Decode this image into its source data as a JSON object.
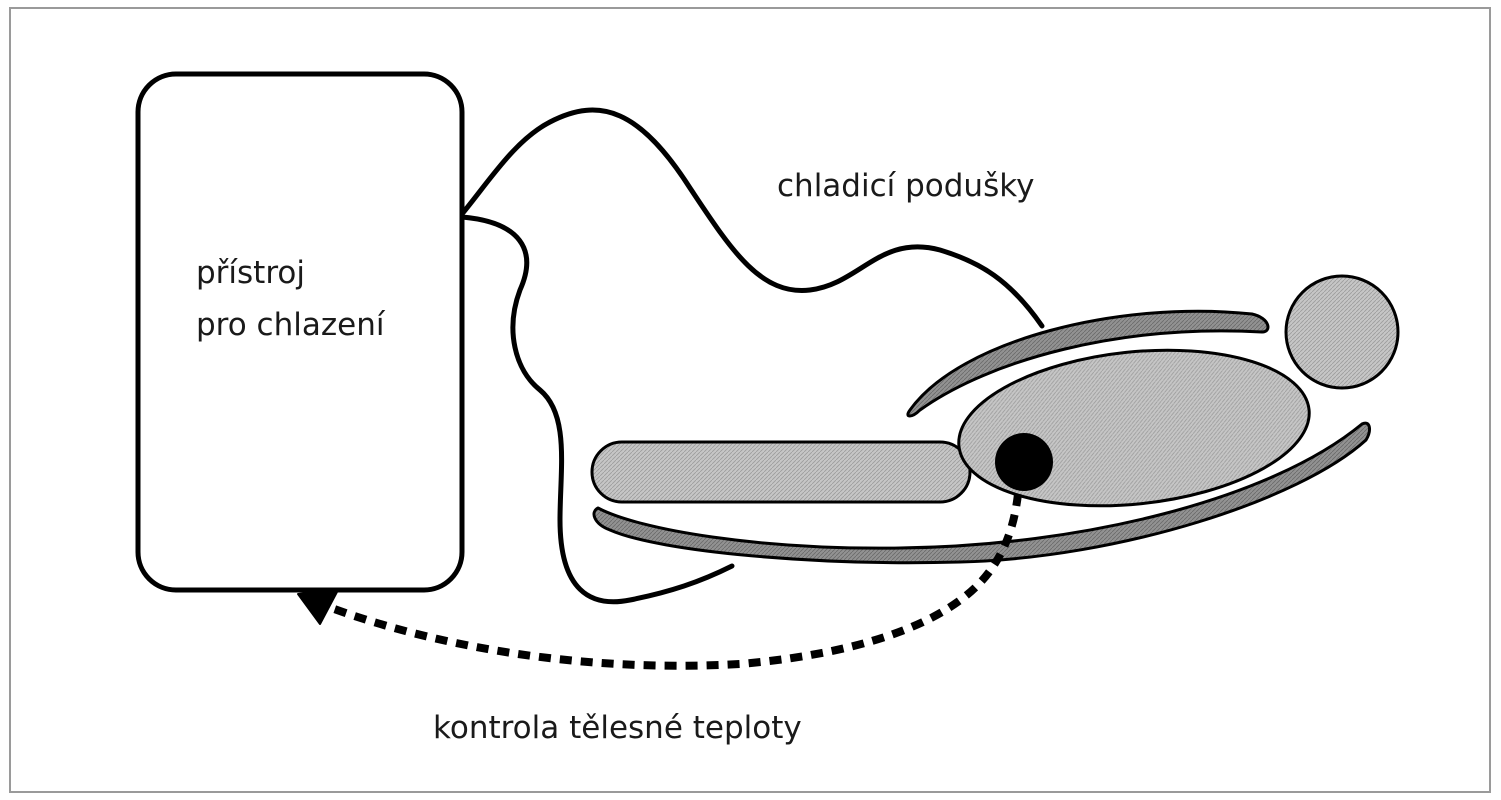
{
  "labels": {
    "device_line1": "přístroj",
    "device_line2": "pro chlazení",
    "pads": "chladicí podušky",
    "temperature": "kontrola tělesné teploty"
  },
  "colors": {
    "stroke": "#000000",
    "body_fill": "#c4c4c4",
    "pad_fill": "#8e8e8e",
    "sensor_fill": "#000000",
    "frame_border": "#9a9a9a"
  },
  "icons": {
    "device": "cooling-device-box",
    "patient": "patient-figure",
    "sensor": "temperature-sensor",
    "feedback": "feedback-arrow"
  }
}
